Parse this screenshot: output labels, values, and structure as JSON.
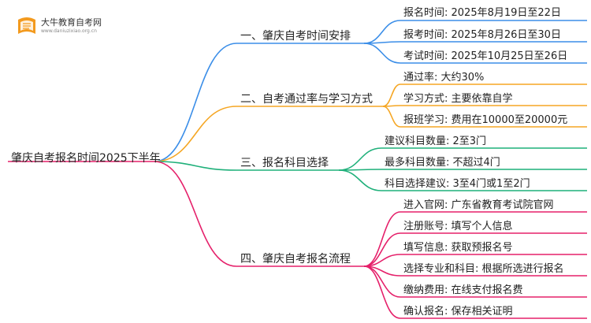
{
  "logo": {
    "title": "大牛教育自考网",
    "subtitle": "www.daniuzixiao.org.cn"
  },
  "mindmap": {
    "root": "肇庆自考报名时间2025下半年",
    "branches": [
      {
        "label": "一、肇庆自考时间安排",
        "color": "#3b8ee8",
        "children": [
          "报名时间: 2025年8月19日至22日",
          "报考时间: 2025年8月26日至30日",
          "考试时间: 2025年10月25日至26日"
        ]
      },
      {
        "label": "二、自考通过率与学习方式",
        "color": "#f5a623",
        "children": [
          "通过率: 大约30%",
          "学习方式: 主要依靠自学",
          "报班学习: 费用在10000至20000元"
        ]
      },
      {
        "label": "三、报名科目选择",
        "color": "#1fb07a",
        "children": [
          "建议科目数量: 2至3门",
          "最多科目数量: 不超过4门",
          "科目选择建议: 3至4门或1至2门"
        ]
      },
      {
        "label": "四、肇庆自考报名流程",
        "color": "#e5206a",
        "children": [
          "进入官网: 广东省教育考试院官网",
          "注册账号: 填写个人信息",
          "填写信息: 获取预报名号",
          "选择专业和科目: 根据所选进行报名",
          "缴纳费用: 在线支付报名费",
          "确认报名: 保存相关证明"
        ]
      }
    ]
  }
}
